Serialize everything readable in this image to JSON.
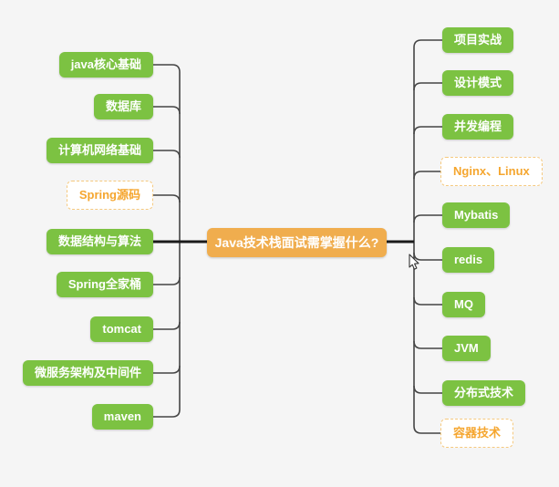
{
  "central": {
    "label": "Java技术栈面试需掌握什么?"
  },
  "branches": {
    "left": [
      {
        "label": "java核心基础",
        "style": "solid"
      },
      {
        "label": "数据库",
        "style": "solid"
      },
      {
        "label": "计算机网络基础",
        "style": "solid"
      },
      {
        "label": "Spring源码",
        "style": "dashed"
      },
      {
        "label": "数据结构与算法",
        "style": "solid"
      },
      {
        "label": "Spring全家桶",
        "style": "solid"
      },
      {
        "label": "tomcat",
        "style": "solid"
      },
      {
        "label": "微服务架构及中间件",
        "style": "solid"
      },
      {
        "label": "maven",
        "style": "solid"
      }
    ],
    "right": [
      {
        "label": "项目实战",
        "style": "solid"
      },
      {
        "label": "设计模式",
        "style": "solid"
      },
      {
        "label": "并发编程",
        "style": "solid"
      },
      {
        "label": "Nginx、Linux",
        "style": "dashed"
      },
      {
        "label": "Mybatis",
        "style": "solid"
      },
      {
        "label": "redis",
        "style": "solid"
      },
      {
        "label": "MQ",
        "style": "solid"
      },
      {
        "label": "JVM",
        "style": "solid"
      },
      {
        "label": "分布式技术",
        "style": "solid"
      },
      {
        "label": "容器技术",
        "style": "dashed"
      }
    ]
  },
  "icons": {
    "cursor": "mouse-cursor"
  },
  "colors": {
    "background": "#f5f5f5",
    "node_green": "#7cc242",
    "node_text": "#ffffff",
    "central_orange": "#f0ad4e",
    "dashed_border": "#f5c97f",
    "dashed_text": "#f5a62f",
    "line": "#454545",
    "line_strong": "#1b1b1b"
  }
}
